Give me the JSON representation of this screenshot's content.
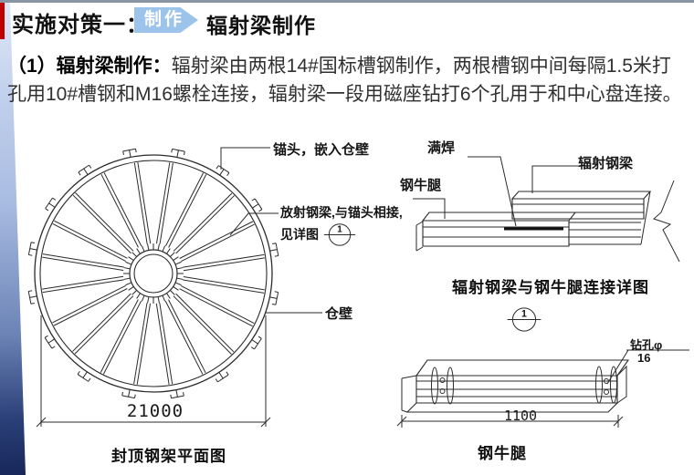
{
  "header": {
    "title": "实施对策一：",
    "chevron_label": "制作",
    "subtitle": "辐射梁制作"
  },
  "paragraph": {
    "lead": "（1）辐射梁制作：",
    "body": "辐射梁由两根14#国标槽钢制作，两根槽钢中间每隔1.5米打孔用10#槽钢和M16螺栓连接，辐射梁一段用磁座钻打6个孔用于和中心盘连接。"
  },
  "plan_diagram": {
    "label_anchor": "锚头，嵌入仓壁",
    "label_beam_line1": "放射钢梁,与锚头相接,",
    "label_beam_line2": "见详图",
    "detail_ref": "1",
    "label_wall": "仓壁",
    "dimension": "21000",
    "caption": "封顶钢架平面图"
  },
  "detail_diagram": {
    "label_weld": "满焊",
    "label_beam": "辐射钢梁",
    "label_corbel": "钢牛腿",
    "caption": "辐射钢梁与钢牛腿连接详图",
    "detail_ref": "1"
  },
  "corbel_diagram": {
    "label_hole_top": "钻孔φ",
    "label_hole_bottom": "16",
    "dimension": "1100",
    "caption": "钢牛腿"
  },
  "colors": {
    "accent_red": "#c00000",
    "chevron_blue": "#9cc3e9",
    "top_rule_gray": "#8a95a3"
  }
}
